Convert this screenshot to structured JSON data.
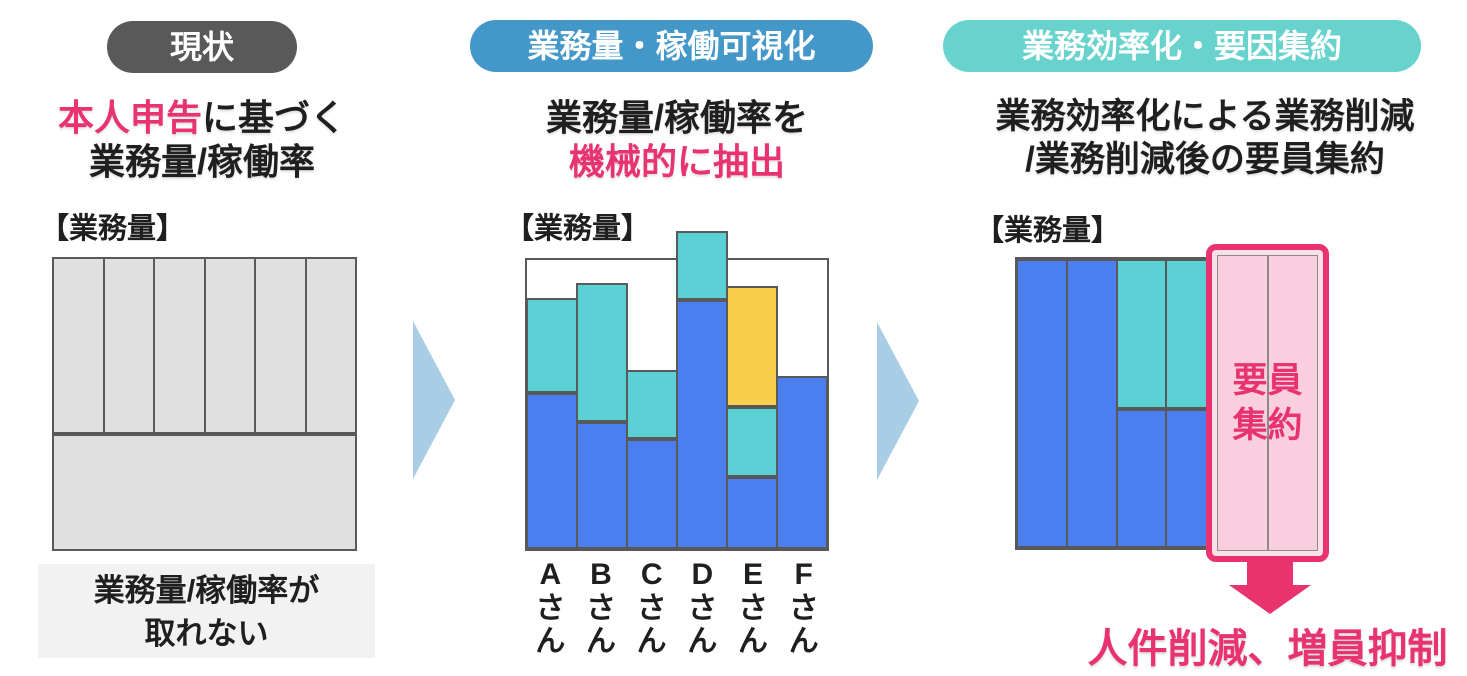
{
  "colors": {
    "accent_pink": "#e8336e",
    "pill_gray": "#595959",
    "pill_blue": "#4398c9",
    "pill_teal": "#68d3cd",
    "arrow_lightblue": "#a9cde4",
    "border_gray": "#595959",
    "caption_bg": "#f2f2f2",
    "series_map": {
      "blue": "#4a7ef1",
      "teal": "#5bd0d5",
      "yellow": "#f7cf4a",
      "gray": "#e0e0e0",
      "pink": "#f9cfdf"
    }
  },
  "panels": {
    "current": {
      "pill": "現状",
      "subtitle_highlight": "本人申告",
      "subtitle_rest": "に基づく",
      "subtitle_line2": "業務量/稼働率",
      "chart_label": "【業務量】",
      "caption_line1": "業務量/稼働率が",
      "caption_line2": "取れない"
    },
    "visualize": {
      "pill": "業務量・稼働可視化",
      "subtitle_line1": "業務量/稼働率を",
      "subtitle_line2": "機械的に抽出",
      "chart_label": "【業務量】"
    },
    "consolidate": {
      "pill": "業務効率化・要因集約",
      "subtitle_line1": "業務効率化による業務削減",
      "subtitle_line2": "/業務削減後の要員集約",
      "chart_label": "【業務量】",
      "overlay_line1": "要員",
      "overlay_line2": "集約",
      "result": "人件削減、増員抑制"
    }
  },
  "chart_data": [
    {
      "id": "current",
      "type": "bar",
      "title": "【業務量】",
      "note": "self-reported workload: 6 equal undifferentiated gray columns over one gray band",
      "columns": 6,
      "column_area_pct": 60.2,
      "band_pct": 39.8
    },
    {
      "id": "visualize",
      "type": "bar",
      "stacked": true,
      "title": "【業務量】",
      "categories": [
        "Aさん",
        "Bさん",
        "Cさん",
        "Dさん",
        "Eさん",
        "Fさん"
      ],
      "unit": "% of chart frame height",
      "ylim": [
        0,
        100
      ],
      "series": [
        {
          "name": "blue",
          "values": [
            54,
            44,
            38,
            86,
            25,
            60
          ]
        },
        {
          "name": "teal",
          "values": [
            33,
            48,
            24,
            24,
            24,
            0
          ]
        },
        {
          "name": "yellow",
          "values": [
            0,
            0,
            0,
            0,
            42,
            0
          ]
        }
      ]
    },
    {
      "id": "consolidate",
      "type": "bar",
      "stacked": true,
      "title": "【業務量】",
      "categories": [
        "",
        "",
        "",
        "",
        "",
        ""
      ],
      "unit": "% of chart frame height",
      "ylim": [
        0,
        100
      ],
      "series": [
        {
          "name": "blue",
          "values": [
            100,
            100,
            48,
            48,
            0,
            0
          ]
        },
        {
          "name": "teal",
          "values": [
            0,
            0,
            52,
            52,
            0,
            0
          ]
        },
        {
          "name": "pink",
          "values": [
            0,
            0,
            0,
            0,
            100,
            100
          ]
        }
      ]
    }
  ]
}
